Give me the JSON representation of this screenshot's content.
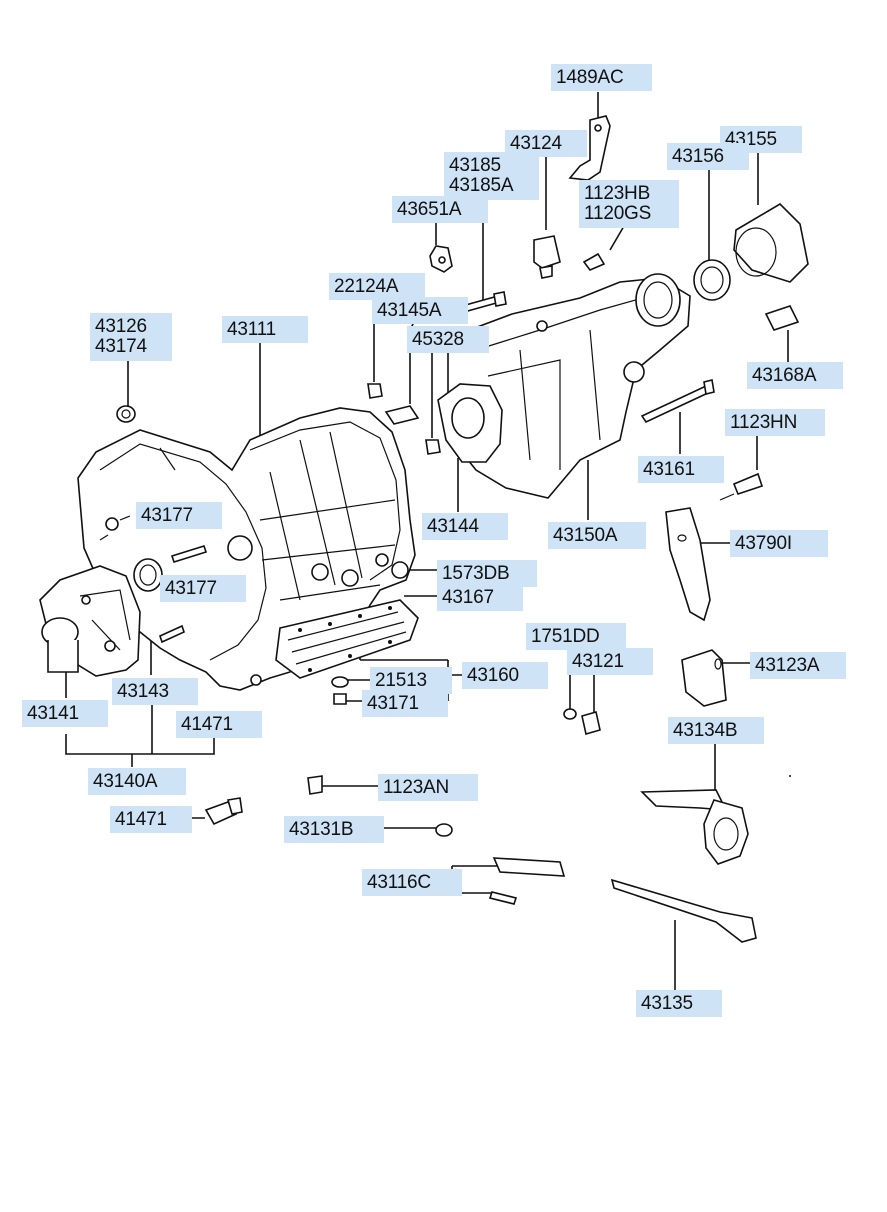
{
  "labels": {
    "p1489AC": "1489AC",
    "p43124": "43124",
    "p43155": "43155",
    "p43156": "43156",
    "p43185": "43185",
    "p43185A": "43185A",
    "p1123HB": "1123HB",
    "p1120GS": "1120GS",
    "p43651A": "43651A",
    "p22124A": "22124A",
    "p43145A": "43145A",
    "p45328": "45328",
    "p43168A": "43168A",
    "p43126": "43126",
    "p43174": "43174",
    "p43111": "43111",
    "p1123HN": "1123HN",
    "p43161": "43161",
    "p43177a": "43177",
    "p43177b": "43177",
    "p43144": "43144",
    "p43150A": "43150A",
    "p43790I": "43790I",
    "p1573DB": "1573DB",
    "p43167": "43167",
    "p1751DD": "1751DD",
    "p43121": "43121",
    "p43123A": "43123A",
    "p21513": "21513",
    "p43160": "43160",
    "p43143": "43143",
    "p43171": "43171",
    "p43141": "43141",
    "p41471a": "41471",
    "p43134B": "43134B",
    "p43140A": "43140A",
    "p1123AN": "1123AN",
    "p41471b": "41471",
    "p43131B": "43131B",
    "p43116C": "43116C",
    "p43135": "43135"
  },
  "colors": {
    "label_bg": "#cfe3f6",
    "line": "#111111"
  }
}
